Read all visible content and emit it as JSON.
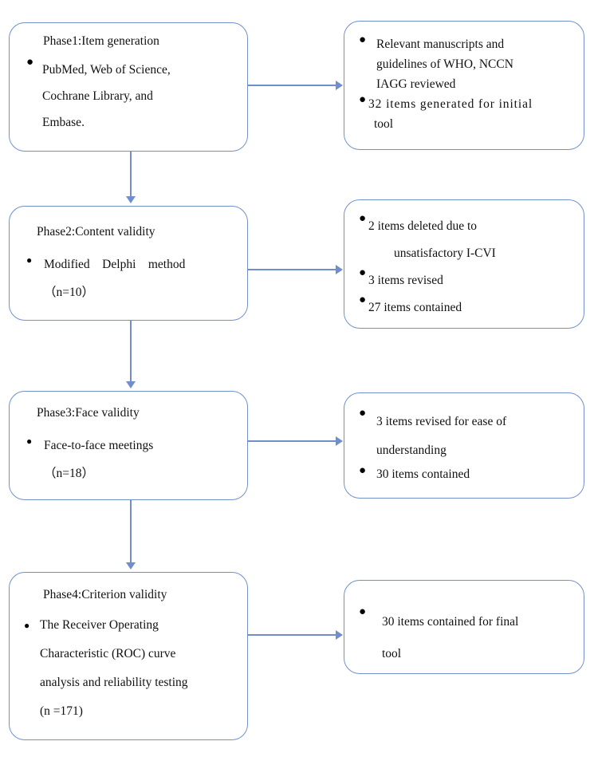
{
  "diagram": {
    "title": "Four-phase instrument development and validation flowchart",
    "accent_color": "#7290c9",
    "text_color": "#111111",
    "background_color": "#ffffff"
  },
  "phases": [
    {
      "id": "phase1",
      "left": {
        "heading": "Phase1:Item generation",
        "bullets": [
          {
            "marker": "●",
            "lines": [
              "PubMed, Web of Science,",
              "Cochrane Library, and",
              "Embase."
            ]
          }
        ]
      },
      "right": {
        "bullets": [
          {
            "marker": "●",
            "lines": [
              "Relevant manuscripts and",
              "guidelines of WHO, NCCN",
              "IAGG reviewed"
            ]
          },
          {
            "marker": "●",
            "lines": [
              "32 items generated for initial",
              "tool"
            ]
          }
        ]
      }
    },
    {
      "id": "phase2",
      "left": {
        "heading": "Phase2:Content validity",
        "bullets": [
          {
            "marker": "●",
            "lines": [
              "Modified Delphi method",
              "（n=10）"
            ]
          }
        ]
      },
      "right": {
        "bullets": [
          {
            "marker": "●",
            "lines": [
              "2 items deleted due to",
              "unsatisfactory I-CVI"
            ]
          },
          {
            "marker": "●",
            "lines": [
              "3 items revised"
            ]
          },
          {
            "marker": "●",
            "lines": [
              "27 items contained"
            ]
          }
        ]
      }
    },
    {
      "id": "phase3",
      "left": {
        "heading": "Phase3:Face validity",
        "bullets": [
          {
            "marker": "●",
            "lines": [
              "Face-to-face meetings",
              "（n=18）"
            ]
          }
        ]
      },
      "right": {
        "bullets": [
          {
            "marker": "●",
            "lines": [
              "3 items revised for ease of",
              "understanding"
            ]
          },
          {
            "marker": "●",
            "lines": [
              "30 items contained"
            ]
          }
        ]
      }
    },
    {
      "id": "phase4",
      "left": {
        "heading": "Phase4:Criterion validity",
        "bullets": [
          {
            "marker": "●",
            "lines": [
              "The Receiver Operating",
              "Characteristic (ROC) curve",
              "analysis and reliability testing",
              "(n =171)"
            ]
          }
        ]
      },
      "right": {
        "bullets": [
          {
            "marker": "●",
            "lines": [
              "30 items contained for final",
              "tool"
            ]
          }
        ]
      }
    }
  ],
  "text": {
    "p1_heading": "Phase1:Item generation",
    "p1_l_b1_l1": "PubMed, Web of Science,",
    "p1_l_b1_l2": "Cochrane Library, and",
    "p1_l_b1_l3": "Embase.",
    "p1_r_b1_l1": "Relevant manuscripts and",
    "p1_r_b1_l2": "guidelines of WHO, NCCN",
    "p1_r_b1_l3": "IAGG reviewed",
    "p1_r_b2_l1": "32 items generated for initial",
    "p1_r_b2_l2": "tool",
    "p2_heading": "Phase2:Content validity",
    "p2_l_b1_l1": "Modified Delphi method",
    "p2_l_b1_l2": "（n=10）",
    "p2_r_b1_l1": "2 items deleted due to",
    "p2_r_b1_l2": "unsatisfactory I-CVI",
    "p2_r_b2_l1": "3 items revised",
    "p2_r_b3_l1": "27 items contained",
    "p3_heading": "Phase3:Face validity",
    "p3_l_b1_l1": "Face-to-face meetings",
    "p3_l_b1_l2": "（n=18）",
    "p3_r_b1_l1": "3 items revised for ease of",
    "p3_r_b1_l2": "understanding",
    "p3_r_b2_l1": "30 items contained",
    "p4_heading": "Phase4:Criterion validity",
    "p4_l_b1_l1": "The Receiver Operating",
    "p4_l_b1_l2": "Characteristic (ROC) curve",
    "p4_l_b1_l3": "analysis and reliability testing",
    "p4_l_b1_l4": "(n =171)",
    "p4_r_b1_l1": "30 items contained for final",
    "p4_r_b1_l2": "tool",
    "bullet_marker": "●"
  }
}
